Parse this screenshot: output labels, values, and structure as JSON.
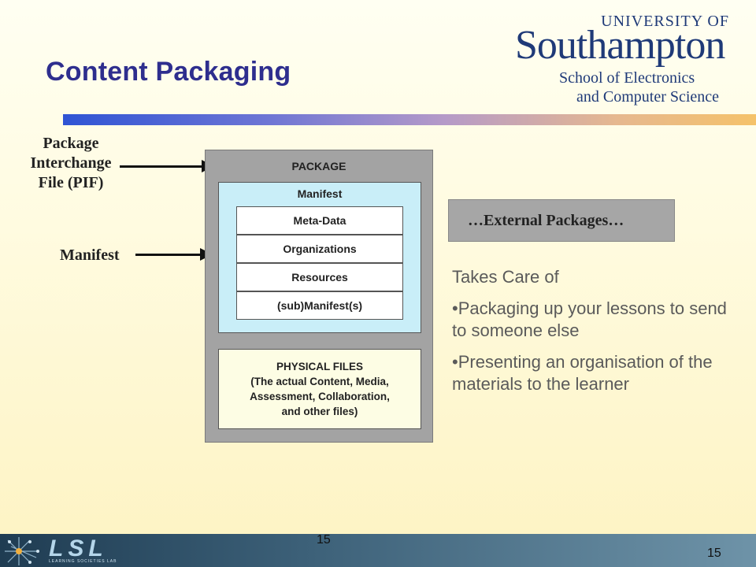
{
  "slide": {
    "title": "Content Packaging",
    "logo": {
      "university_of": "UNIVERSITY OF",
      "southampton": "Southampton",
      "school_line1": "School of Electronics",
      "school_line2": "and Computer Science"
    },
    "page_number": "15"
  },
  "diagram": {
    "pif_label_lines": [
      "Package",
      "Interchange",
      "File (PIF)"
    ],
    "manifest_label": "Manifest",
    "package_title": "PACKAGE",
    "manifest_header": "Manifest",
    "manifest_rows": [
      "Meta-Data",
      "Organizations",
      "Resources",
      "(sub)Manifest(s)"
    ],
    "physical_files_lines": [
      "PHYSICAL FILES",
      "(The actual Content, Media,",
      "Assessment, Collaboration,",
      "and other files)"
    ],
    "external_packages": "…External Packages…"
  },
  "text": {
    "heading": "Takes Care of",
    "bullets": [
      "•Packaging up your lessons to send to someone else",
      "•Presenting an organisation of the materials to the learner"
    ]
  },
  "footer": {
    "logo_text": "LSL",
    "logo_subtext": "LEARNING SOCIETIES LAB",
    "page_center": "15",
    "page_right": "15"
  },
  "colors": {
    "title": "#2e2e8e",
    "logo": "#1f3a78",
    "body_text": "#5a5a5a",
    "rule_start": "#2f54d4",
    "rule_end": "#f5c26a"
  }
}
